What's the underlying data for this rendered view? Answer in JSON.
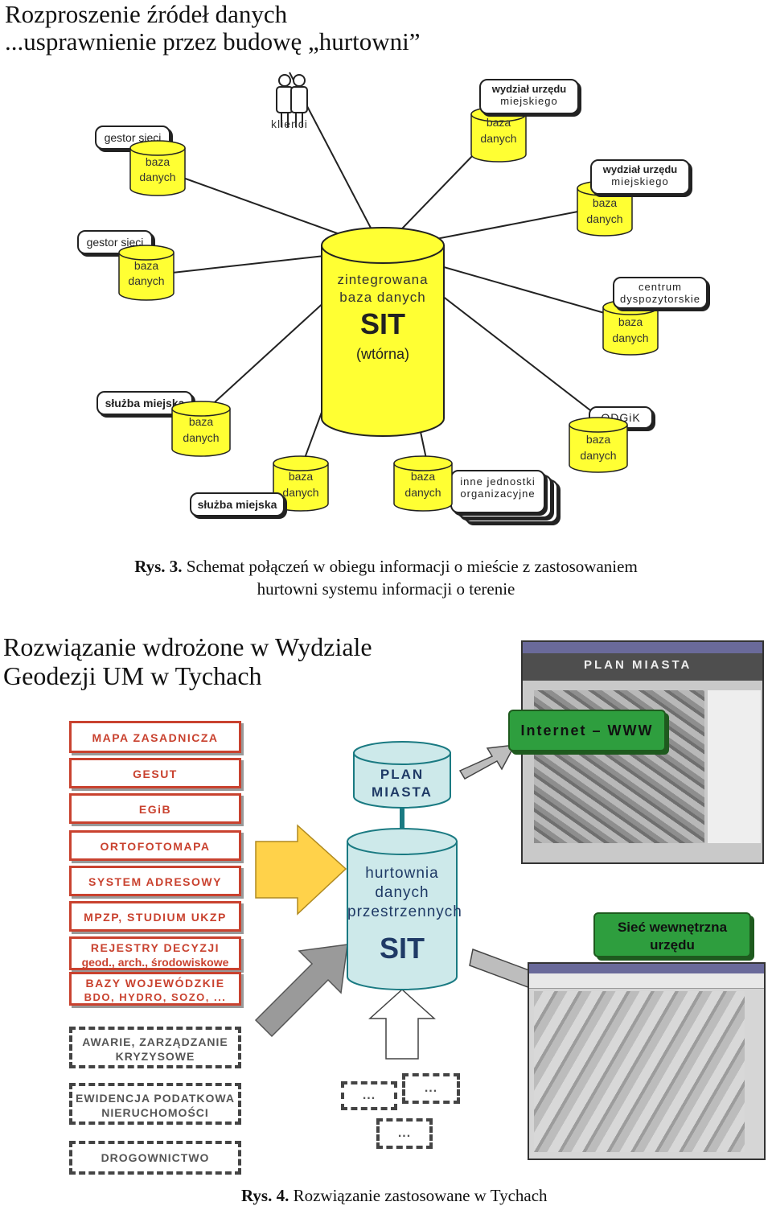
{
  "title": {
    "line1": "Rozproszenie  źródeł  danych",
    "line2": "...usprawnienie  przez  budowę  „hurtowni”"
  },
  "diagram1": {
    "center": {
      "line1": "zintegrowana",
      "line2": "baza danych",
      "line3": "SIT",
      "line4": "(wtórna)"
    },
    "db_label_1": "baza",
    "db_label_2": "danych",
    "klienci": "klienci",
    "nodes": {
      "gestor1": "gestor sieci",
      "gestor2": "gestor sieci",
      "wydzial1_a": "wydział urzędu",
      "wydzial1_b": "miejskiego",
      "wydzial2_a": "wydział urzędu",
      "wydzial2_b": "miejskiego",
      "centrum_a": "centrum",
      "centrum_b": "dyspozytorskie",
      "sluzba1": "służba miejska",
      "sluzba2": "służba miejska",
      "odgik": "ODGiK",
      "inne_a": "inne jednostki",
      "inne_b": "organizacyjne"
    },
    "caption_label": "Rys. 3.",
    "caption_line1": "Schemat połączeń w obiegu informacji o mieście z zastosowaniem",
    "caption_line2": "hurtowni  systemu informacji o terenie"
  },
  "section2": {
    "title_line1": "Rozwiązanie  wdrożone  w  Wydziale",
    "title_line2": "Geodezji  UM  w  Tychach"
  },
  "diagram2": {
    "sources": [
      "MAPA ZASADNICZA",
      "GESUT",
      "EGiB",
      "ORTOFOTOMAPA",
      "SYSTEM ADRESOWY",
      "MPZP, STUDIUM UKZP"
    ],
    "rejestry_a": "REJESTRY DECYZJI",
    "rejestry_b": "geod., arch., środowiskowe",
    "bazy_a": "BAZY WOJEWÓDZKIE",
    "bazy_b": "BDO, HYDRO, SOZO, ...",
    "awarie_a": "AWARIE, ZARZĄDZANIE",
    "awarie_b": "KRYZYSOWE",
    "ewid_a": "EWIDENCJA PODATKOWA",
    "ewid_b": "NIERUCHOMOŚCI",
    "drogownictwo": "DROGOWNICTWO",
    "ellipsis": "...",
    "plan_a": "PLAN",
    "plan_b": "MIASTA",
    "hurt_a": "hurtownia",
    "hurt_b": "danych",
    "hurt_c": "przestrzennych",
    "hurt_d": "SIT",
    "internet": "Internet – WWW",
    "siec_a": "Sieć wewnętrzna",
    "siec_b": "urzędu",
    "screenshot_title": "PLAN MIASTA",
    "caption_label": "Rys. 4.",
    "caption_text": "Rozwiązanie zastosowane w Tychach"
  },
  "colors": {
    "db_yellow": "#ffff33",
    "plan_cyan": "#cde9ea",
    "accent_red": "#c9422f",
    "green": "#2e9e3e",
    "arrow_yellow": "#ffd24a"
  }
}
